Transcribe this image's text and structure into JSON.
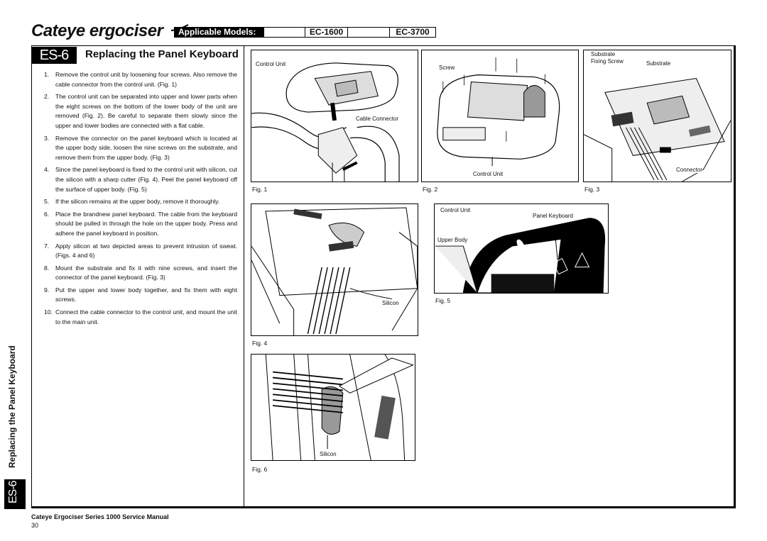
{
  "header": {
    "logo": "Cateye ergociser",
    "applicable_label": "Applicable Models:",
    "models": [
      "EC-1600",
      "EC-3700"
    ]
  },
  "section": {
    "badge": "ES-6",
    "title": "Replacing the Panel Keyboard"
  },
  "steps": [
    {
      "num": "1.",
      "text": "Remove the control unit by loosening four screws.  Also remove the cable connector from the control unit.  (Fig. 1)"
    },
    {
      "num": "2.",
      "text": "The control unit can be separated into upper and lower parts when the eight screws on the bottom of the lower body of the unit are removed (Fig. 2).  Be careful to separate them slowly since the upper and lower bodies are connected with a flat cable."
    },
    {
      "num": "3.",
      "text": "Remove the connector on the panel keyboard which is located at the upper body side, loosen the nine screws on the substrate, and remove them from the upper body.  (Fig. 3)"
    },
    {
      "num": "4.",
      "text": "Since the panel keyboard is fixed to the control unit with silicon, cut the silicon with a sharp cutter (Fig. 4).  Peel the panel keyboard off the surface of upper body.  (Fig. 5)"
    },
    {
      "num": "5.",
      "text": "If the silicon remains at the upper body, remove it thoroughly."
    },
    {
      "num": "6.",
      "text": "Place the brandnew panel keyboard.  The cable from the keyboard should be pulled in through the hole on the upper body.  Press and adhere the panel keyboard in position."
    },
    {
      "num": "7.",
      "text": "Apply silicon at two depicted areas to prevent intrusion of sweat.  (Figs. 4 and 6)"
    },
    {
      "num": "8.",
      "text": "Mount the substrate and fix it with nine screws, and insert the connector of the panel keyboard.  (Fig. 3)"
    },
    {
      "num": "9.",
      "text": "Put the upper and lower body together, and fix them with eight screws."
    },
    {
      "num": "10.",
      "text": "Connect the cable connector to the control unit, and mount the unit to the main unit."
    }
  ],
  "figures": {
    "fig1": {
      "label": "Fig. 1",
      "control_unit": "Control Unit",
      "cable_connector": "Cable Connector"
    },
    "fig2": {
      "label": "Fig. 2",
      "screw": "Screw",
      "control_unit": "Control Unit"
    },
    "fig3": {
      "label": "Fig. 3",
      "substrate_fixing": "Substrate\nFixing Screw",
      "substrate_fixing_1": "Substrate",
      "substrate_fixing_2": "Fixing Screw",
      "substrate": "Substrate",
      "connector": "Connector"
    },
    "fig4": {
      "label": "Fig. 4",
      "silicon": "Silicon"
    },
    "fig5": {
      "label": "Fig. 5",
      "control_unit": "Control Unit",
      "panel_keyboard": "Panel Keyboard",
      "upper_body": "Upper Body"
    },
    "fig6": {
      "label": "Fig. 6",
      "silicon": "Silicon"
    }
  },
  "side": {
    "title": "Replacing the Panel Keyboard",
    "badge": "ES-6"
  },
  "footer": {
    "manual_title": "Cateye Ergociser Series 1000 Service Manual",
    "page": "30"
  }
}
